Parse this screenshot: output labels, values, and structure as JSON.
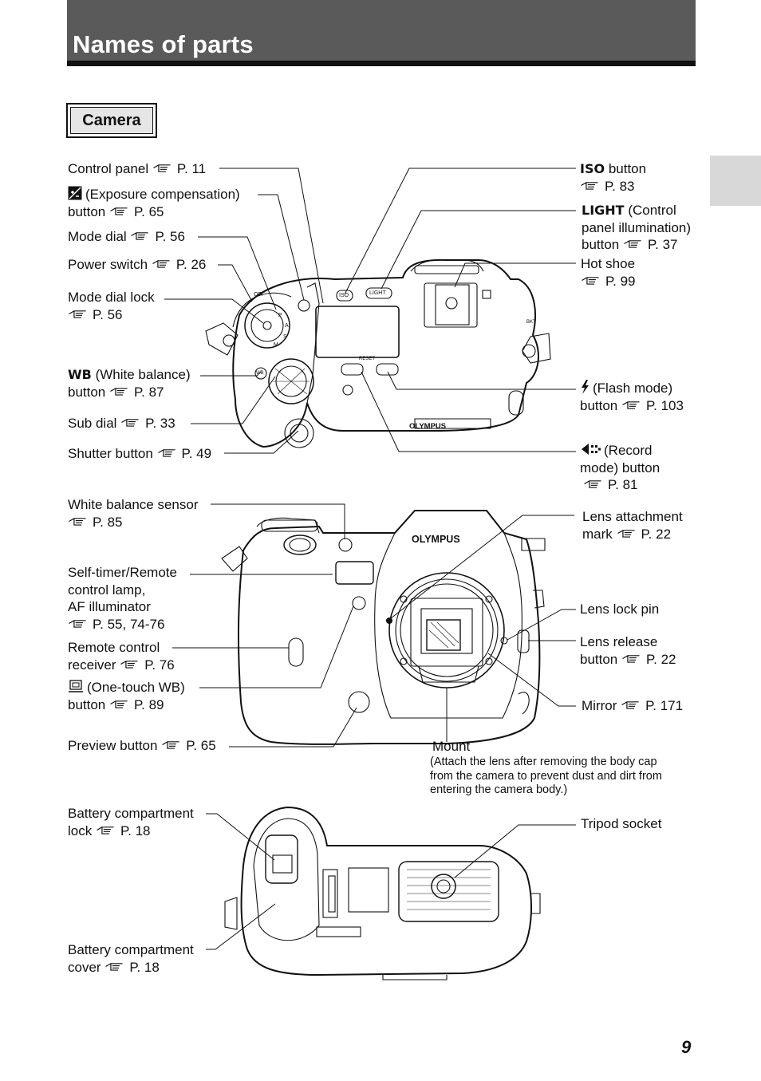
{
  "header": {
    "title": "Names of parts"
  },
  "section": {
    "label": "Camera"
  },
  "camera_top": {
    "brand": "OLYMPUS",
    "mode_letters": [
      "P",
      "A",
      "S",
      "M"
    ],
    "off_label": "OFF",
    "iso_mark": "ISO",
    "light_mark": "LIGHT",
    "reset_mark": "RESET",
    "bkt_mark": "BKT",
    "wb_mark": "WB",
    "labels": {
      "control_panel": {
        "text": "Control panel",
        "page": "P. 11"
      },
      "exposure_comp": {
        "text": "(Exposure compensation)",
        "text2": "button",
        "page": "P. 65"
      },
      "mode_dial": {
        "text": "Mode dial",
        "page": "P. 56"
      },
      "power_switch": {
        "text": "Power switch",
        "page": "P. 26"
      },
      "mode_dial_lock": {
        "text": "Mode dial lock",
        "page": "P. 56"
      },
      "wb_button": {
        "bold": "WB",
        "text": "(White balance)",
        "text2": "button",
        "page": "P. 87"
      },
      "sub_dial": {
        "text": "Sub dial",
        "page": "P. 33"
      },
      "shutter_button": {
        "text": "Shutter button",
        "page": "P. 49"
      },
      "iso_button": {
        "bold": "ISO",
        "text": "button",
        "page": "P. 83"
      },
      "light_button": {
        "bold": "LIGHT",
        "text": "(Control",
        "text2": "panel illumination)",
        "text3": "button",
        "page": "P. 37"
      },
      "hot_shoe": {
        "text": "Hot shoe",
        "page": "P. 99"
      },
      "flash_mode": {
        "text": "(Flash mode)",
        "text2": "button",
        "page": "P. 103"
      },
      "record_mode": {
        "text": "(Record",
        "text2": "mode) button",
        "page": "P. 81"
      }
    }
  },
  "camera_front": {
    "brand": "OLYMPUS",
    "labels": {
      "wb_sensor": {
        "text": "White balance sensor",
        "page": "P. 85"
      },
      "self_timer": {
        "text": "Self-timer/Remote",
        "text2": "control lamp,",
        "text3": "AF illuminator",
        "page": "P. 55, 74-76"
      },
      "remote_receiver": {
        "text": "Remote control",
        "text2": "receiver",
        "page": "P. 76"
      },
      "one_touch_wb": {
        "text": "(One-touch WB)",
        "text2": "button",
        "page": "P. 89"
      },
      "preview_button": {
        "text": "Preview button",
        "page": "P. 65"
      },
      "lens_mark": {
        "text": "Lens attachment",
        "text2": "mark",
        "page": "P. 22"
      },
      "lens_lock_pin": {
        "text": "Lens lock pin"
      },
      "lens_release": {
        "text": "Lens release",
        "text2": "button",
        "page": "P. 22"
      },
      "mirror": {
        "text": "Mirror",
        "page": "P. 171"
      },
      "mount": {
        "text": "Mount",
        "note": [
          "(Attach the lens after removing the body cap",
          "from the camera to prevent dust and dirt from",
          "entering the camera body.)"
        ]
      }
    }
  },
  "camera_bottom": {
    "labels": {
      "battery_lock": {
        "text": "Battery compartment",
        "text2": "lock",
        "page": "P. 18"
      },
      "tripod_socket": {
        "text": "Tripod socket"
      },
      "battery_cover": {
        "text": "Battery compartment",
        "text2": "cover",
        "page": "P. 18"
      }
    }
  },
  "footer": {
    "page_number": "9"
  }
}
